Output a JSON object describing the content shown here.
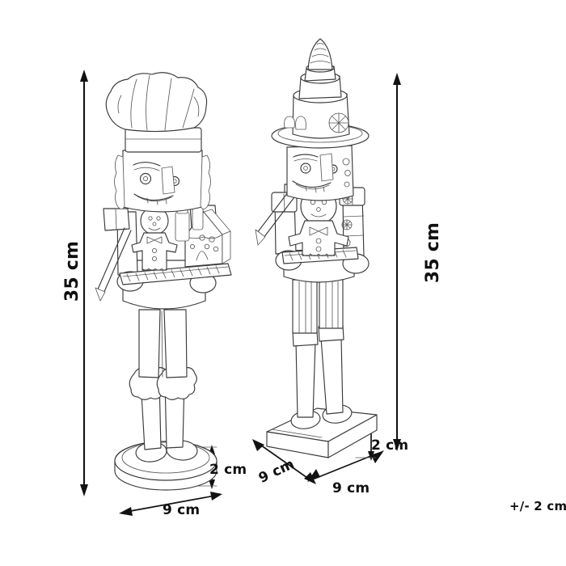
{
  "drawing": {
    "title": "Nutcracker figurines dimension drawing",
    "background_color": "#ffffff",
    "line_color": "#3a3a3a",
    "dimension_color": "#121212",
    "style": "technical line-art / outline illustration",
    "tolerance_note": "+/- 2 cm"
  },
  "figures": [
    {
      "id": "left-nutcracker",
      "name": "Chef nutcracker with gingerbread tray",
      "headwear": "chef toque hat",
      "base_shape": "round",
      "holding": "tray with gingerbread man and gingerbread house",
      "details": [
        "fur trimmed boot cuffs",
        "epaulettes",
        "sceptre",
        "teeth",
        "moustache"
      ]
    },
    {
      "id": "right-nutcracker",
      "name": "Soldier nutcracker with gingerbread man",
      "headwear": "tall cylindrical crown hat with brim and candy decorations",
      "base_shape": "square",
      "holding": "large gingerbread man",
      "details": [
        "striped trousers",
        "knee high boots",
        "button medallions",
        "rifle"
      ]
    }
  ],
  "dimensions": {
    "left_height": "35 cm",
    "left_base_width": "9 cm",
    "left_base_thickness": "2 cm",
    "right_height": "35 cm",
    "right_base_width": "9 cm",
    "right_base_depth": "9 cm",
    "right_base_thickness": "2 cm",
    "tolerance": "+/- 2 cm"
  },
  "labels": {
    "height_left": "35 cm",
    "height_right": "35 cm",
    "width_left": "9 cm",
    "thickness_left": "2 cm",
    "width_right_front": "9 cm",
    "width_right_side": "9 cm",
    "thickness_right": "2 cm",
    "tolerance": "+/- 2 cm"
  }
}
